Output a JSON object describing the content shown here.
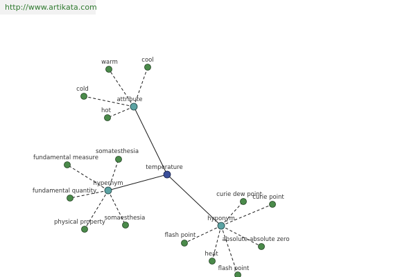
{
  "header": {
    "url_text": "http://www.artikata.com"
  },
  "colors": {
    "leaf": "#4a8a4a",
    "hub": "#5ba3a3",
    "root": "#3a4f9a",
    "edge": "#1a1a1a",
    "link": "#2f7a2f"
  },
  "graph": {
    "nodes": [
      {
        "id": "temperature",
        "label": "temperature",
        "kind": "root"
      },
      {
        "id": "attribute",
        "label": "attribute",
        "kind": "hub"
      },
      {
        "id": "hypernym",
        "label": "hypernym",
        "kind": "hub"
      },
      {
        "id": "hyponym",
        "label": "hyponym",
        "kind": "hub"
      },
      {
        "id": "warm",
        "label": "warm",
        "kind": "leaf"
      },
      {
        "id": "cool",
        "label": "cool",
        "kind": "leaf"
      },
      {
        "id": "cold",
        "label": "cold",
        "kind": "leaf"
      },
      {
        "id": "hot",
        "label": "hot",
        "kind": "leaf"
      },
      {
        "id": "fundamental-measure",
        "label": "fundamental measure",
        "kind": "leaf"
      },
      {
        "id": "somatesthesia-1",
        "label": "somatesthesia",
        "kind": "leaf"
      },
      {
        "id": "fundamental-quantity",
        "label": "fundamental quantity",
        "kind": "leaf"
      },
      {
        "id": "physical-property",
        "label": "physical property",
        "kind": "leaf"
      },
      {
        "id": "somaesthesia",
        "label": "somaesthesia",
        "kind": "leaf"
      },
      {
        "id": "curie-dew-point",
        "label": "curie dew point",
        "kind": "leaf"
      },
      {
        "id": "curie-point",
        "label": "curie point",
        "kind": "leaf"
      },
      {
        "id": "flash-point-1",
        "label": "flash point",
        "kind": "leaf"
      },
      {
        "id": "absolute-zero",
        "label": "absolute-absolute zero",
        "kind": "leaf"
      },
      {
        "id": "heat",
        "label": "heat",
        "kind": "leaf"
      },
      {
        "id": "flash-point-2",
        "label": "flash point",
        "kind": "leaf"
      }
    ],
    "edges": [
      {
        "from": "temperature",
        "to": "attribute",
        "style": "solid"
      },
      {
        "from": "temperature",
        "to": "hypernym",
        "style": "solid"
      },
      {
        "from": "temperature",
        "to": "hyponym",
        "style": "solid"
      },
      {
        "from": "attribute",
        "to": "warm",
        "style": "dashed"
      },
      {
        "from": "attribute",
        "to": "cool",
        "style": "dashed"
      },
      {
        "from": "attribute",
        "to": "cold",
        "style": "dashed"
      },
      {
        "from": "attribute",
        "to": "hot",
        "style": "dashed"
      },
      {
        "from": "hypernym",
        "to": "fundamental-measure",
        "style": "dashed"
      },
      {
        "from": "hypernym",
        "to": "somatesthesia-1",
        "style": "dashed"
      },
      {
        "from": "hypernym",
        "to": "fundamental-quantity",
        "style": "dashed"
      },
      {
        "from": "hypernym",
        "to": "physical-property",
        "style": "dashed"
      },
      {
        "from": "hypernym",
        "to": "somaesthesia",
        "style": "dashed"
      },
      {
        "from": "hyponym",
        "to": "curie-dew-point",
        "style": "dashed"
      },
      {
        "from": "hyponym",
        "to": "curie-point",
        "style": "dashed"
      },
      {
        "from": "hyponym",
        "to": "flash-point-1",
        "style": "dashed"
      },
      {
        "from": "hyponym",
        "to": "absolute-zero",
        "style": "dashed"
      },
      {
        "from": "hyponym",
        "to": "heat",
        "style": "dashed"
      },
      {
        "from": "hyponym",
        "to": "flash-point-2",
        "style": "dashed"
      }
    ]
  }
}
